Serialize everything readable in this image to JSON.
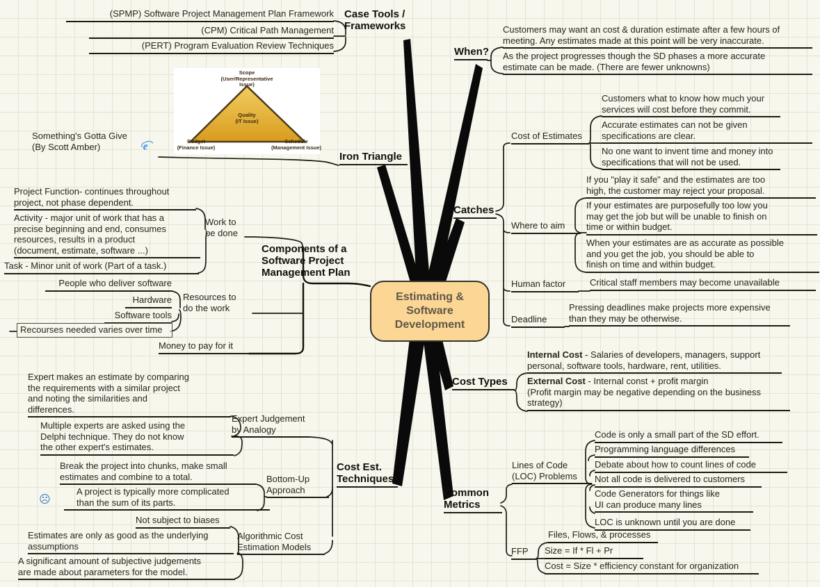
{
  "center": {
    "title": "Estimating &\nSoftware\nDevelopment"
  },
  "case_tools": {
    "label": "Case Tools /\nFrameworks",
    "items": [
      "(SPMP) Software Project Management Plan Framework",
      "(CPM) Critical Path Management",
      "(PERT) Program Evaluation Review Techniques"
    ]
  },
  "when": {
    "label": "When?",
    "items": [
      "Customers may want an cost & duration estimate after a few hours of\nmeeting.  Any estimates made at this point will be very inaccurate.",
      "As the project progresses though the SD phases a more accurate\nestimate can be made. (There are fewer unknowns)"
    ]
  },
  "iron_triangle": {
    "label": "Iron Triangle",
    "note": "Something's Gotta Give\n(By Scott Amber)",
    "diagram": {
      "top": "Scope\n(User/Representative\nIssue)",
      "center": "Quality\n(IT Issue)",
      "bottom_left": "Budget\n(Finance Issue)",
      "bottom_right": "Schedule\n(Management Issue)"
    }
  },
  "catches": {
    "label": "Catches",
    "cost_of_estimates": {
      "label": "Cost of Estimates",
      "items": [
        "Customers what to know how much your\nservices will cost before they commit.",
        "Accurate estimates can not be given\nspecifications are clear.",
        "No one want to invent time and money into\nspecifications that will not be used."
      ]
    },
    "where_to_aim": {
      "label": "Where to aim",
      "items": [
        "If you \"play it safe\" and the estimates are too\nhigh, the customer may reject your proposal.",
        "If your estimates are purposefully too low you\nmay get the job but will be unable to finish on\ntime or within budget.",
        "When your estimates are as accurate as possible\nand you get the job, you should be able to\nfinish on time and within budget."
      ]
    },
    "human_factor": {
      "label": "Human factor",
      "items": [
        "Critical staff members may become unavailable"
      ]
    },
    "deadline": {
      "label": "Deadline",
      "items": [
        "Pressing deadlines make projects more expensive\nthan they may be otherwise."
      ]
    }
  },
  "components": {
    "label": "Components of a\nSoftware Project\nManagement Plan",
    "work": {
      "label": "Work to\nbe done",
      "items": [
        "Project Function- continues throughout\nproject, not phase dependent.",
        "Activity - major unit of work that has a\nprecise beginning and end, consumes\nresources, results in a product\n(document, estimate, software ...)",
        "Task - Minor unit of work (Part of a task.)"
      ]
    },
    "resources": {
      "label": "Resources to\ndo the work",
      "items": [
        "People who deliver software",
        "Hardware",
        "Software tools",
        "Recourses needed varies over time"
      ]
    },
    "money": {
      "label": "Money to pay for it"
    }
  },
  "cost_types": {
    "label": "Cost Types",
    "items": [
      {
        "lead": "Internal Cost",
        "rest": " - Salaries of developers, managers, support\npersonal, software tools, hardware, rent, utilities."
      },
      {
        "lead": "External Cost",
        "rest": " - Internal const + profit margin\n(Profit margin may be negative depending on the business\nstrategy)"
      }
    ]
  },
  "techniques": {
    "label": "Cost Est.\nTechniques",
    "expert": {
      "label": "Expert Judgement\nby Analogy",
      "items": [
        "Expert makes an estimate by comparing\nthe requirements with a similar project\nand noting the similarities and\ndifferences.",
        "Multiple experts are asked using the\nDelphi technique.  They do not know\nthe other expert's estimates."
      ]
    },
    "bottom_up": {
      "label": "Bottom-Up\nApproach",
      "items": [
        "Break the project into chunks, make small\nestimates and combine to a total.",
        "A project is typically more complicated\nthan the sum of its parts."
      ]
    },
    "algorithmic": {
      "label": "Algorithmic Cost\nEstimation Models",
      "items": [
        "Not subject to biases",
        "Estimates are only as good as the underlying\nassumptions",
        "A significant amount of subjective judgements\nare made about parameters for the model."
      ]
    }
  },
  "metrics": {
    "label": "Common\nMetrics",
    "loc": {
      "label": "Lines of Code\n(LOC) Problems",
      "items": [
        "Code is only a small part of the SD effort.",
        "Programming language differences",
        "Debate about how to count lines of code",
        "Not all code is delivered to customers",
        "Code Generators for things like\nUI can produce many lines",
        "LOC is unknown until you are done"
      ]
    },
    "ffp": {
      "label": "FFP",
      "items": [
        "Files, Flows, & processes",
        "Size = If * Fl + Pr",
        "Cost = Size * efficiency constant for organization"
      ]
    }
  },
  "icons": {
    "web_link": "internet-explorer-icon",
    "sad_face": "☹"
  }
}
